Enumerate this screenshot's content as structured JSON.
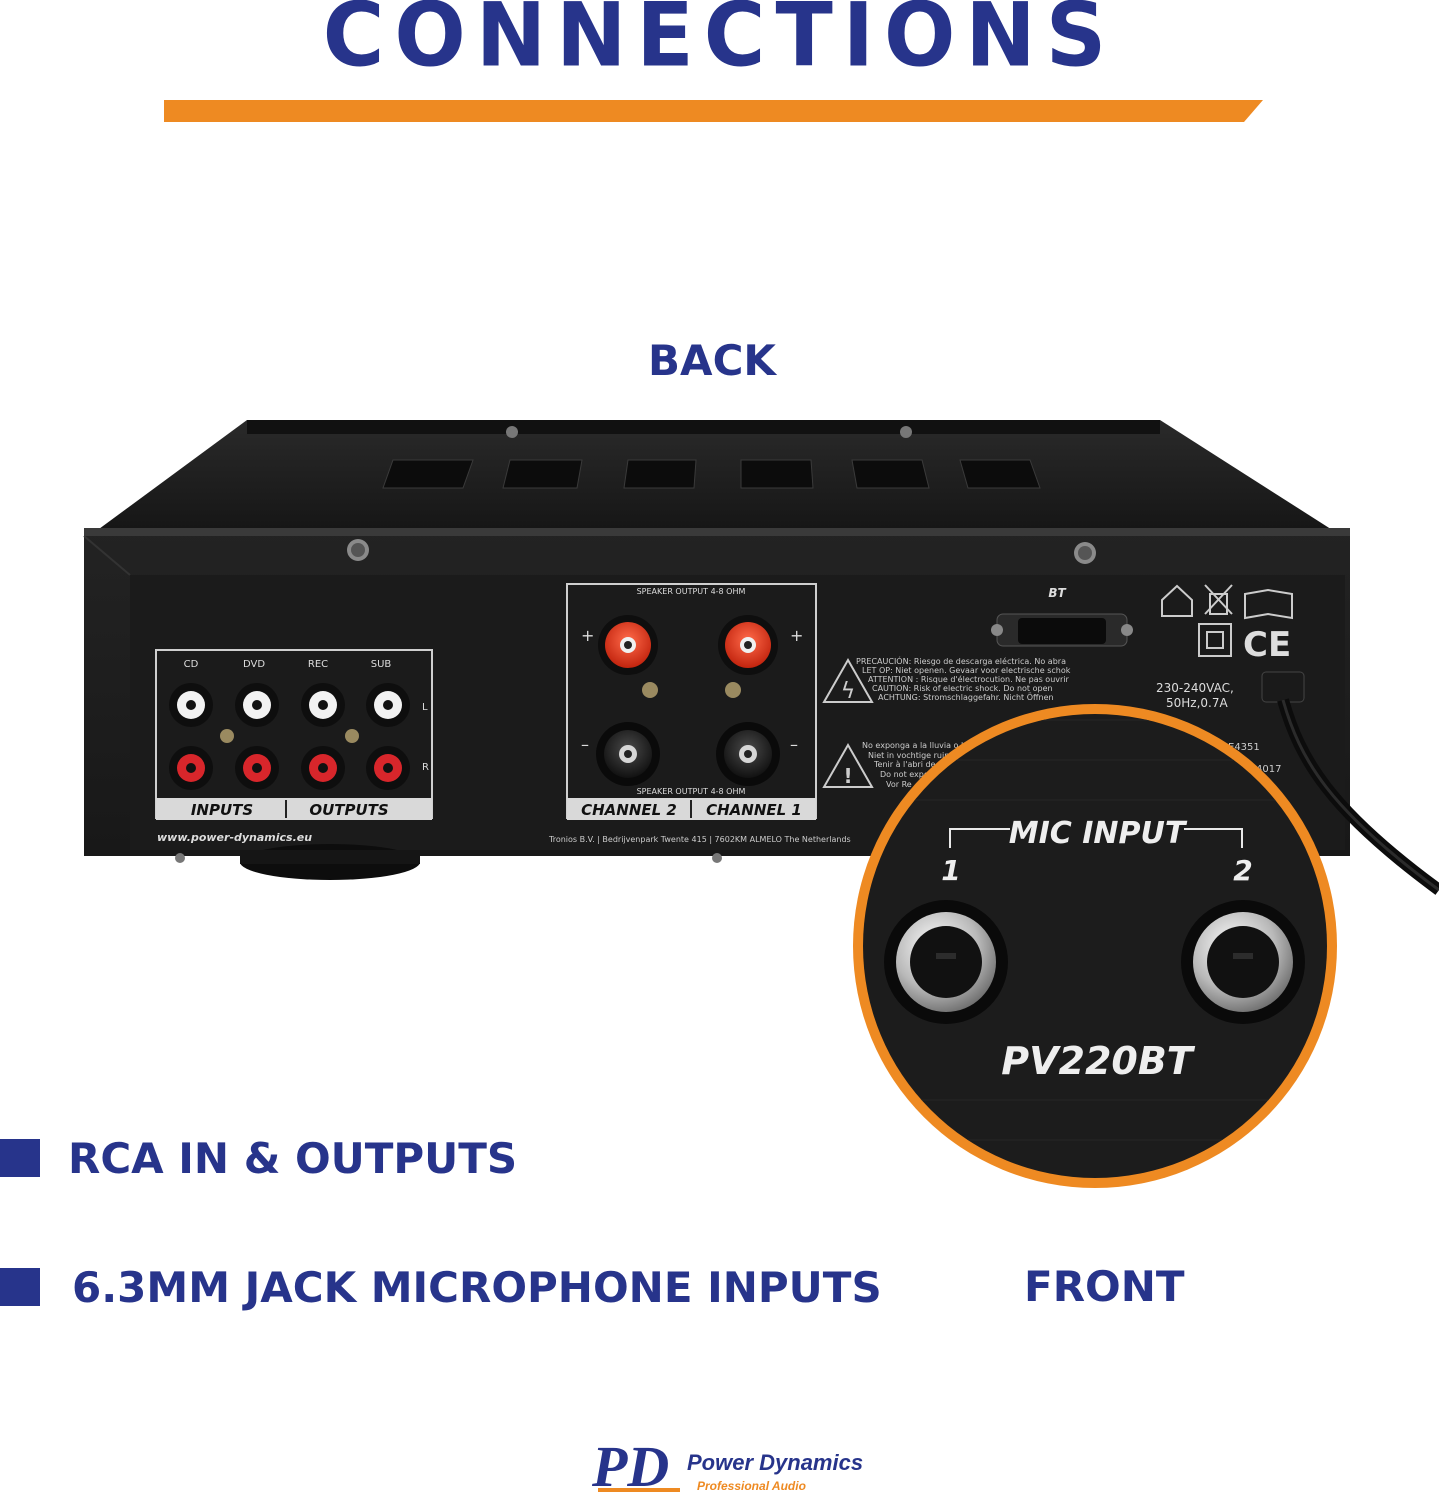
{
  "header": {
    "title": "CONNECTIONS"
  },
  "views": {
    "back": "BACK",
    "front": "FRONT"
  },
  "features": [
    {
      "label": "RCA IN & OUTPUTS"
    },
    {
      "label": "6.3MM JACK MICROPHONE INPUTS"
    }
  ],
  "amplifier": {
    "rca_labels": [
      "CD",
      "DVD",
      "REC",
      "SUB"
    ],
    "rca_channel_l": "L",
    "rca_channel_r": "R",
    "rca_inputs": "INPUTS",
    "rca_outputs": "OUTPUTS",
    "website": "www.power-dynamics.eu",
    "speaker_top": "SPEAKER OUTPUT 4-8 OHM",
    "speaker_bottom": "SPEAKER OUTPUT 4-8 OHM",
    "channel_2": "CHANNEL 2",
    "channel_1": "CHANNEL 1",
    "plus": "+",
    "minus": "–",
    "address": "Tronios B.V. | Bedrijvenpark Twente 415 | 7602KM ALMELO The Netherlands",
    "bt_label": "BT",
    "warning_lines": [
      "PRECAUCIÓN: Riesgo de descarga eléctrica. No abra",
      "LET OP: Niet openen. Gevaar voor electrische schok",
      "ATTENTION : Risque d'électrocution. Ne pas ouvrir",
      "CAUTION: Risk of electric shock. Do not open",
      "ACHTUNG: Stromschlaggefahr. Nicht Öffnen"
    ],
    "rain_lines": [
      "No exponga a la lluvia o la",
      "Niet in vochtige ruimt",
      "Tenir à l'abri de",
      "Do not expo",
      "Vor Re"
    ],
    "power_rating_1": "230-240VAC,",
    "power_rating_2": "50Hz,0.7A",
    "serial_1": "E4351",
    "serial_2": "4017",
    "ce_mark": "CE"
  },
  "inset": {
    "mic_input": "MIC INPUT",
    "input_1": "1",
    "input_2": "2",
    "model": "PV220BT"
  },
  "logo": {
    "name": "Power Dynamics",
    "tagline": "Professional Audio",
    "mark": "PD"
  },
  "colors": {
    "navy": "#27348b",
    "orange": "#ee8a22",
    "amp_black": "#1e1e1e",
    "speaker_red": "#e4381f"
  }
}
